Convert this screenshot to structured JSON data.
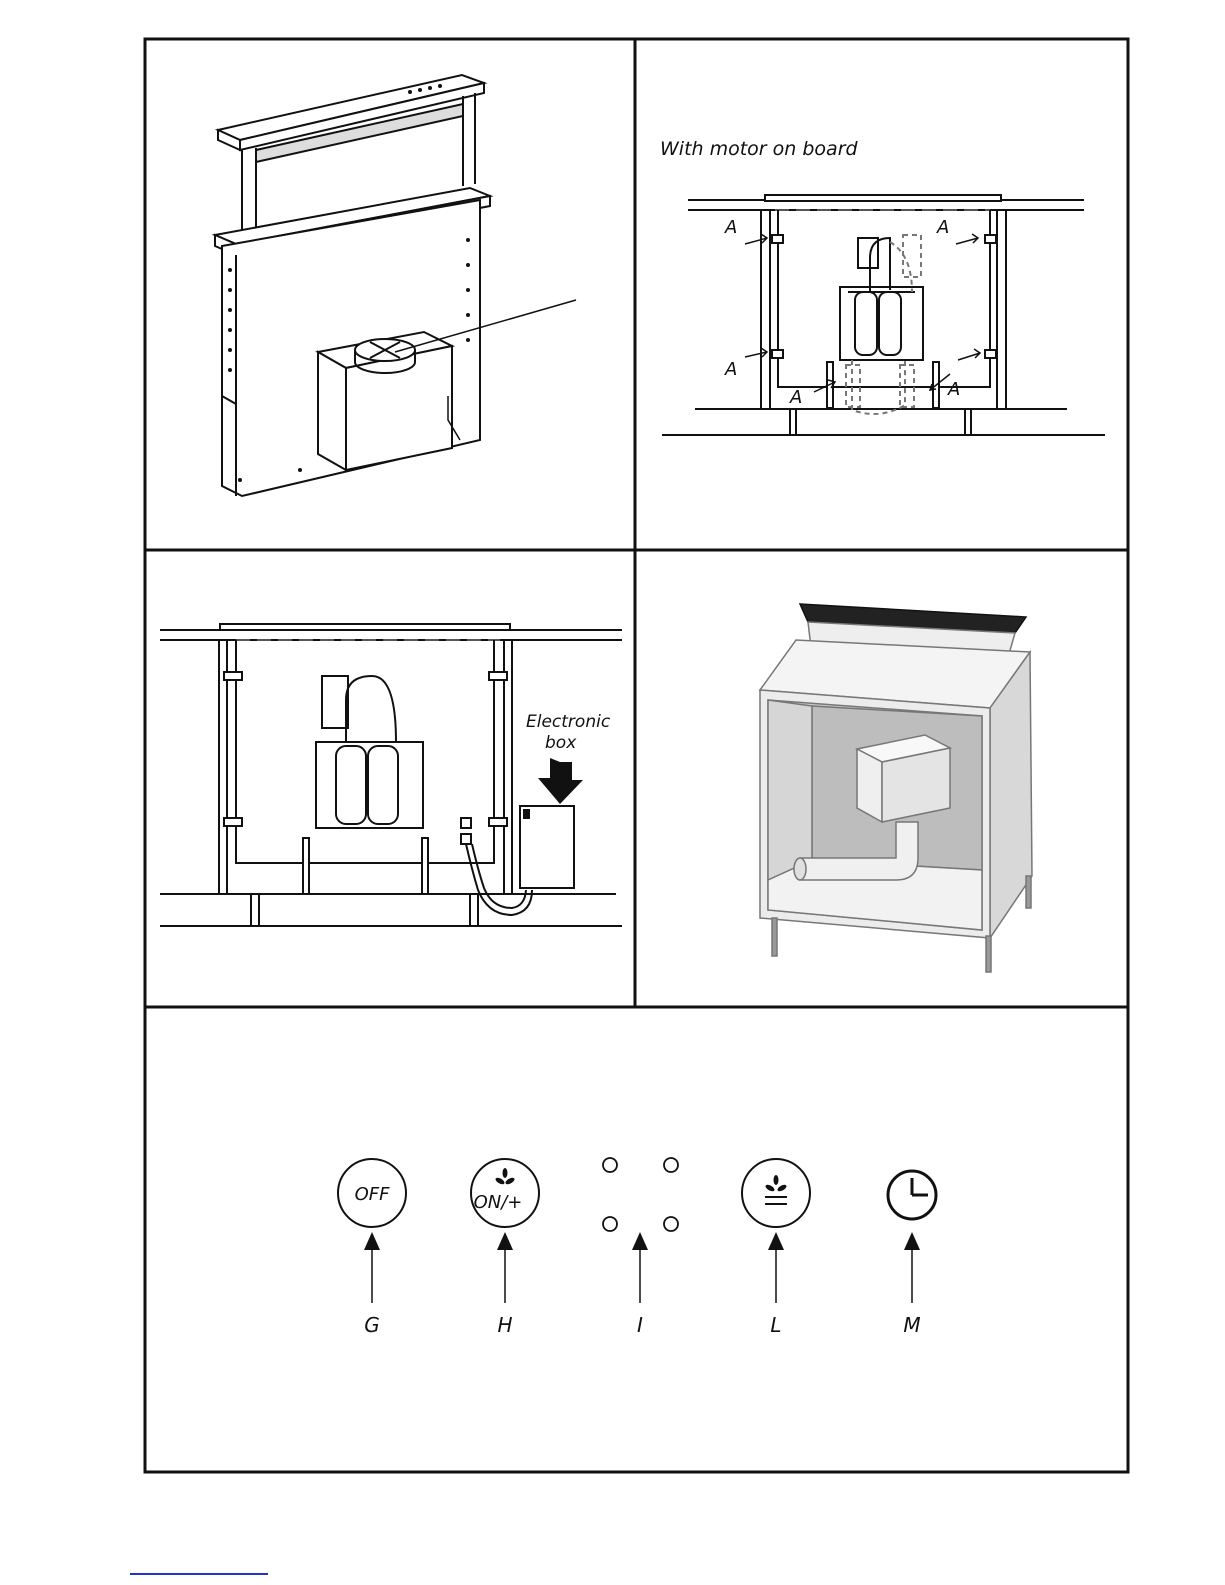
{
  "panel_top_right": {
    "caption": "With motor on board",
    "bracket_label": "A"
  },
  "panel_mid_left": {
    "electronic_box_label_line1": "Electronic",
    "electronic_box_label_line2": "box"
  },
  "control_panel": {
    "buttons": [
      {
        "id": "G",
        "label": "G",
        "text": "OFF",
        "icon": "off-button"
      },
      {
        "id": "H",
        "label": "H",
        "text": "ON/+",
        "icon": "fan-on-plus-button"
      },
      {
        "id": "I",
        "label": "I",
        "text": "",
        "icon": "speed-indicator-leds"
      },
      {
        "id": "L",
        "label": "L",
        "text": "",
        "icon": "fan-minus-button"
      },
      {
        "id": "M",
        "label": "M",
        "text": "",
        "icon": "timer-clock-button"
      }
    ]
  },
  "colors": {
    "line": "#111111",
    "dashed": "#888888",
    "footer_link": "#2233cc"
  }
}
